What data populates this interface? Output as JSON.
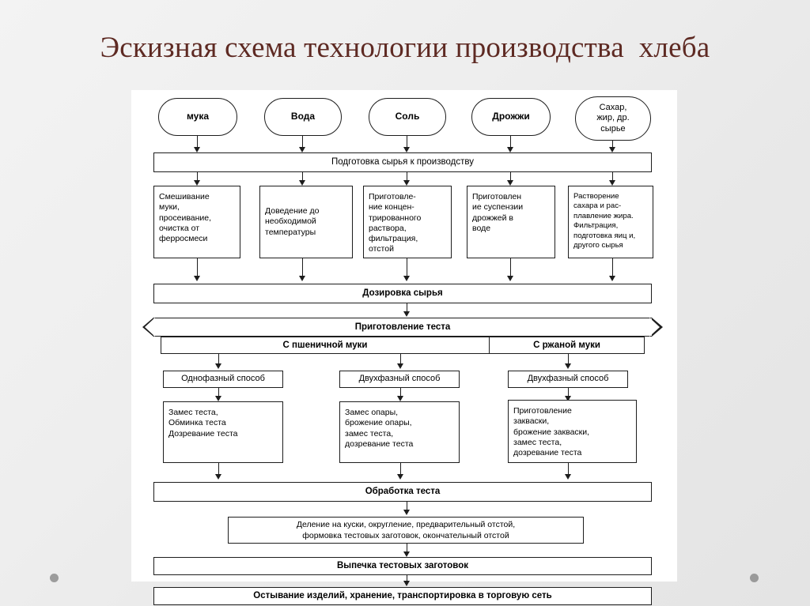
{
  "slide": {
    "title": "Эскизная схема технологии производства  хлеба",
    "title_color": "#5e2a23",
    "background_color": "#eeeeee",
    "canvas_color": "#ffffff",
    "line_color": "#1d1d1d"
  },
  "decor": {
    "dot_left_name": "decorative-dot-left",
    "dot_right_name": "decorative-dot-right",
    "dot_color": "#8d8d8d"
  },
  "diagram": {
    "ingredients": [
      {
        "label": "мука"
      },
      {
        "label": "Вода"
      },
      {
        "label": "Соль"
      },
      {
        "label": "Дрожжи"
      },
      {
        "label": "Сахар,\nжир, др.\nсырье"
      }
    ],
    "preparation_band": "Подготовка    сырья  к  производству",
    "preparation_steps": [
      {
        "label": "Смешивание\nмуки,\nпросеивание,\nочистка от\nферросмеси"
      },
      {
        "label": "Доведение до\nнеобходимой\nтемпературы"
      },
      {
        "label": "Приготовле-\nние концен-\nтрированного\nраствора,\nфильтрация,\nотстой"
      },
      {
        "label": "Приготовлен\nие суспензии\nдрожжей в\nводе"
      },
      {
        "label": "Растворение\nсахара и рас-\nплавление жира.\nФильтрация,\nподготовка яиц и,\nдругого сырья"
      }
    ],
    "dosing_band": "Дозировка сырья",
    "dough_band": "Приготовление теста",
    "flour_types": [
      {
        "label": "С пшеничной муки"
      },
      {
        "label": "С ржаной муки"
      }
    ],
    "methods": [
      {
        "label": "Однофазный способ"
      },
      {
        "label": "Двухфазный способ"
      },
      {
        "label": "Двухфазный способ"
      }
    ],
    "method_details": [
      {
        "label": "Замес теста,\nОбминка теста\nДозревание теста"
      },
      {
        "label": "Замес опары,\nброжение опары,\nзамес теста,\nдозревание теста"
      },
      {
        "label": "Приготовление\nзакваски,\nброжение закваски,\nзамес теста,\nдозревание теста"
      }
    ],
    "processing_band": "Обработка теста",
    "processing_detail": "Деление на куски, округление, предварительный отстой,\nформовка тестовых заготовок, окончательный отстой",
    "baking_band": "Выпечка тестовых заготовок",
    "cooling_band": "Остывание изделий, хранение, транспортировка в торговую сеть"
  }
}
